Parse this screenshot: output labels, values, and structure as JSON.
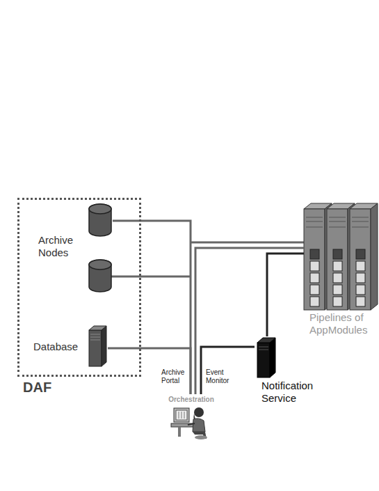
{
  "diagram": {
    "nodes": [
      {
        "text": [
          "DAF"
        ]
      },
      {
        "text": [
          "Archive Nodes"
        ],
        "in": 0
      },
      {
        "text": [
          "Database"
        ],
        "in": 0
      },
      {
        "text": [
          "Orchestration"
        ]
      },
      {
        "text": [
          "Notification Service"
        ]
      },
      {
        "text": [
          "Pipelines of AppModules"
        ]
      }
    ],
    "edges": [
      {
        "from": 3,
        "to": 1,
        "label": "Archive Portal",
        "arrow": "none"
      },
      {
        "from": 3,
        "to": 2,
        "arrow": "none"
      },
      {
        "from": 3,
        "to": 5,
        "arrow": "none"
      },
      {
        "from": 3,
        "to": 4,
        "label": "Event Monitor",
        "arrow": "none"
      },
      {
        "from": 4,
        "to": 5,
        "arrow": "none"
      }
    ]
  }
}
